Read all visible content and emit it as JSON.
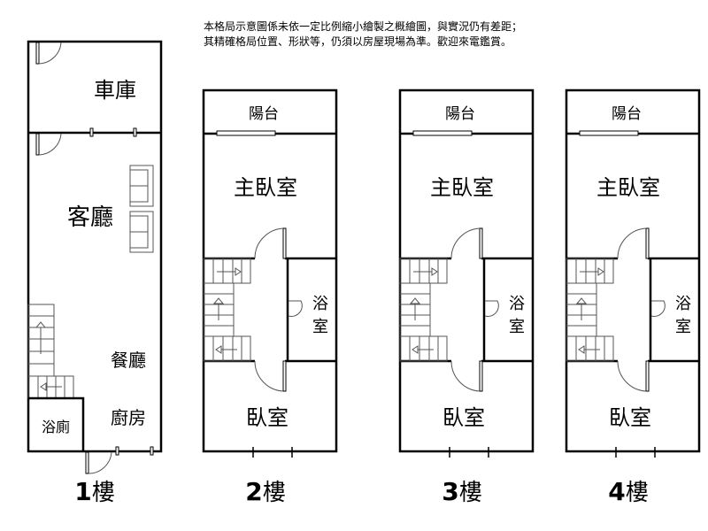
{
  "note": {
    "line1": "本格局示意圖係未依一定比例縮小繪製之概繪圖，與實況仍有差距；",
    "line2": "其精確格局位置、形狀等，仍須以房屋現場為準。歡迎來電鑑賞。"
  },
  "floor1": {
    "garage": "車庫",
    "living": "客廳",
    "dining": "餐廳",
    "kitchen": "廚房",
    "bath": "浴廁",
    "num": "1",
    "unit": "樓"
  },
  "upper_floors": [
    {
      "balcony": "陽台",
      "master": "主臥室",
      "bath1": "浴",
      "bath2": "室",
      "bedroom": "臥室",
      "num": "2",
      "unit": "樓"
    },
    {
      "balcony": "陽台",
      "master": "主臥室",
      "bath1": "浴",
      "bath2": "室",
      "bedroom": "臥室",
      "num": "3",
      "unit": "樓"
    },
    {
      "balcony": "陽台",
      "master": "主臥室",
      "bath1": "浴",
      "bath2": "室",
      "bedroom": "臥室",
      "num": "4",
      "unit": "樓"
    }
  ]
}
